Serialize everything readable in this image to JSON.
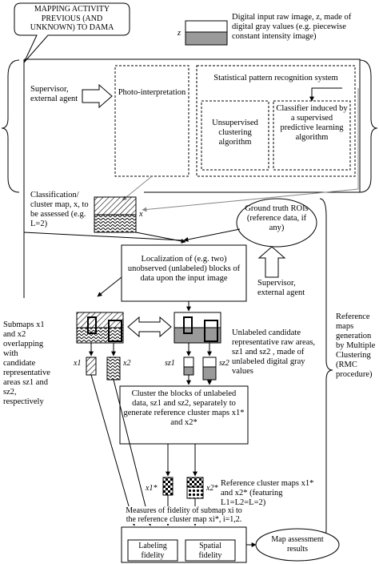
{
  "callout": {
    "text": "MAPPING ACTIVITY PREVIOUS (AND UNKNOWN) TO DAMA"
  },
  "input_image": {
    "symbol": "z",
    "description": "Digital input raw image, z, made of digital gray values (e.g. piecewise constant intensity image)"
  },
  "supervisor_left": "Supervisor, external agent",
  "photo_interpretation": "Photo-interpretation",
  "spr_system": {
    "title": "Statistical pattern recognition system",
    "unsupervised": "Unsupervised clustering algorithm",
    "supervised": "Classifier induced by a supervised predictive learning algorithm"
  },
  "classification_map": {
    "label": "Classification/ cluster map, x, to be assessed (e.g. L=2)",
    "symbol": "x"
  },
  "ground_truth": "Ground truth ROIs (reference data, if any)",
  "localization": "Localization of (e.g. two) unobserved (unlabeled) blocks of data upon the input image",
  "supervisor_right": "Supervisor, external agent",
  "submaps_text": "Submaps x1 and x2 overlapping with candidate representative areas sz1 and sz2, respectively",
  "unlabeled_text": "Unlabeled candidate representative raw areas, sz1 and sz2 , made of unlabeled digital gray values",
  "small_labels": {
    "x1": "x1",
    "x2": "x2",
    "sz1": "sz1",
    "sz2": "sz2",
    "x1s": "x1*",
    "x2s": "x2*"
  },
  "cluster_box": "Cluster the blocks of unlabeled data, sz1 and sz2, separately to generate reference cluster maps x1* and x2*",
  "ref_cluster_text": "Reference cluster maps x1* and x2* (featuring L1=L2=L=2)",
  "rmc_text": "Reference maps generation by Multiple Clustering (RMC procedure)",
  "fidelity_box": {
    "title": "Measures of fidelity of submap xi to the reference cluster map xi*, i=1,2.",
    "labeling": "Labeling fidelity",
    "spatial": "Spatial fidelity"
  },
  "map_assessment": "Map assessment results"
}
